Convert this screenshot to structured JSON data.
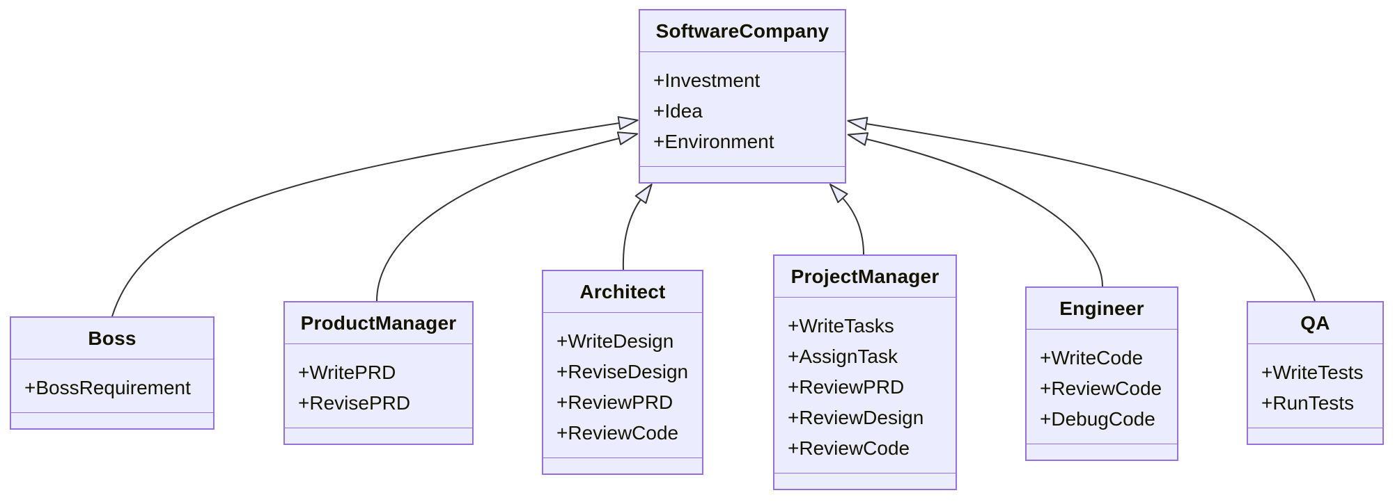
{
  "diagram": {
    "kind": "uml-class-diagram",
    "relationship_type": "inheritance",
    "colors": {
      "node_fill": "#ECECFF",
      "node_border": "#9370DB",
      "edge_line": "#333333",
      "text": "#131300",
      "background": "#ffffff"
    }
  },
  "classes": [
    {
      "name": "SoftwareCompany",
      "attributes": [
        "+Investment",
        "+Idea",
        "+Environment"
      ],
      "methods": []
    },
    {
      "name": "Boss",
      "attributes": [
        "+BossRequirement"
      ],
      "methods": []
    },
    {
      "name": "ProductManager",
      "attributes": [
        "+WritePRD",
        "+RevisePRD"
      ],
      "methods": []
    },
    {
      "name": "Architect",
      "attributes": [
        "+WriteDesign",
        "+ReviseDesign",
        "+ReviewPRD",
        "+ReviewCode"
      ],
      "methods": []
    },
    {
      "name": "ProjectManager",
      "attributes": [
        "+WriteTasks",
        "+AssignTask",
        "+ReviewPRD",
        "+ReviewDesign",
        "+ReviewCode"
      ],
      "methods": []
    },
    {
      "name": "Engineer",
      "attributes": [
        "+WriteCode",
        "+ReviewCode",
        "+DebugCode"
      ],
      "methods": []
    },
    {
      "name": "QA",
      "attributes": [
        "+WriteTests",
        "+RunTests"
      ],
      "methods": []
    }
  ],
  "edges": [
    {
      "from": "Boss",
      "to": "SoftwareCompany",
      "type": "inheritance"
    },
    {
      "from": "ProductManager",
      "to": "SoftwareCompany",
      "type": "inheritance"
    },
    {
      "from": "Architect",
      "to": "SoftwareCompany",
      "type": "inheritance"
    },
    {
      "from": "ProjectManager",
      "to": "SoftwareCompany",
      "type": "inheritance"
    },
    {
      "from": "Engineer",
      "to": "SoftwareCompany",
      "type": "inheritance"
    },
    {
      "from": "QA",
      "to": "SoftwareCompany",
      "type": "inheritance"
    }
  ]
}
